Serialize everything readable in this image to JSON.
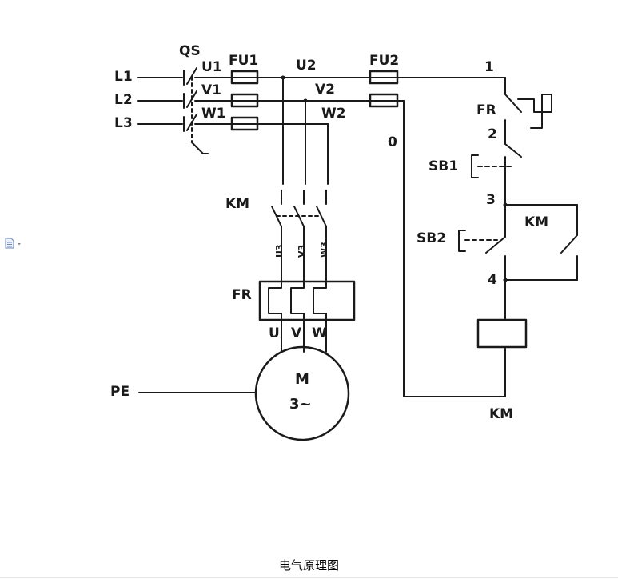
{
  "diagram": {
    "lines": [
      "L1",
      "L2",
      "L3"
    ],
    "switch_label": "QS",
    "phases_after_switch": [
      "U1",
      "V1",
      "W1"
    ],
    "fuse_main_label": "FU1",
    "phases_after_fuse": [
      "U2",
      "V2",
      "W2"
    ],
    "fuse_control_label": "FU2",
    "contactor_main_label": "KM",
    "contactor_terminals": [
      "U3",
      "V3",
      "W3"
    ],
    "overload_relay_label": "FR",
    "motor_terminals": [
      "U",
      "V",
      "W"
    ],
    "motor_name": "M",
    "motor_spec": "3~",
    "ground_label": "PE",
    "control_nodes": [
      "1",
      "2",
      "3",
      "4",
      "0"
    ],
    "control_overload_label": "FR",
    "stop_button_label": "SB1",
    "start_button_label": "SB2",
    "hold_contact_label": "KM",
    "coil_label": "KM"
  },
  "caption": "电气原理图",
  "icons": {
    "side": "document-icon"
  }
}
